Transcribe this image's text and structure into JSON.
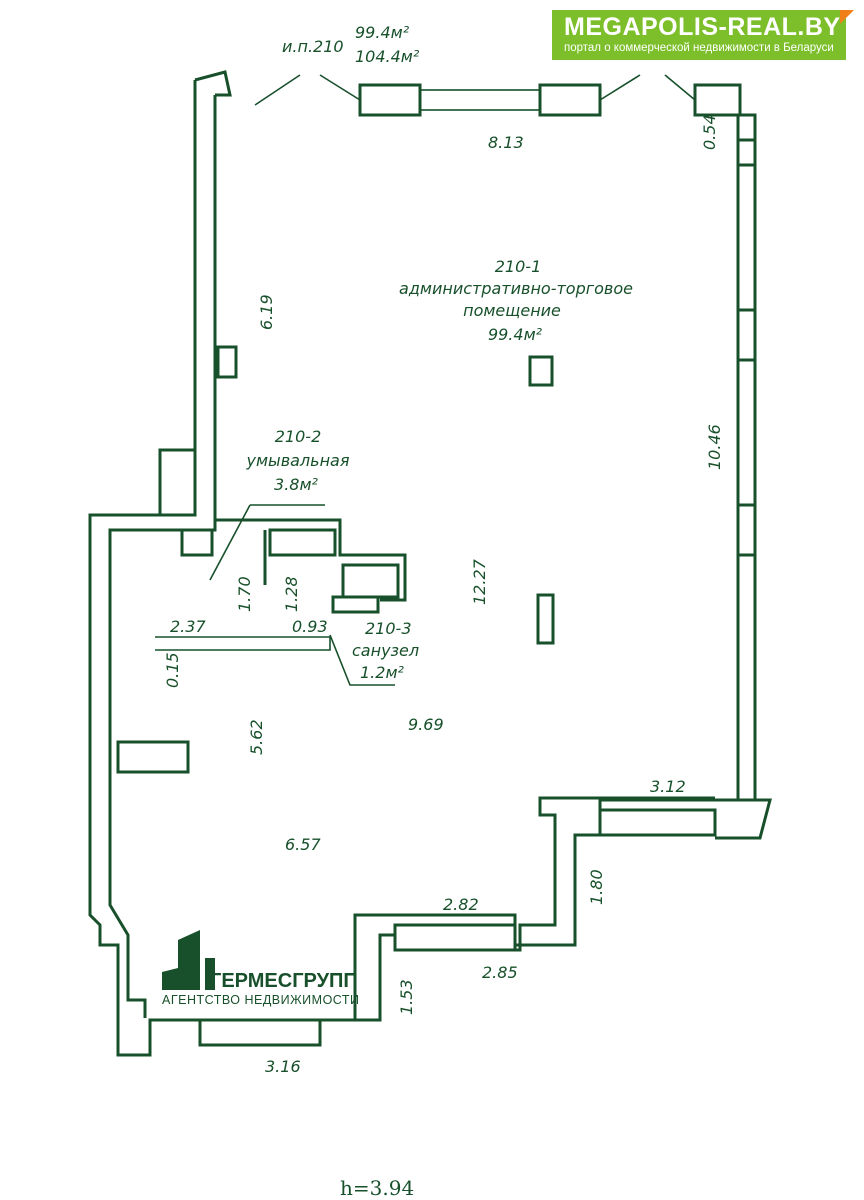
{
  "brand": {
    "title": "MEGAPOLIS-REAL.BY",
    "subtitle": "портал о коммерческой недвижимости в Беларуси"
  },
  "agency": {
    "name": "ГЕРМЕСГРУПП",
    "subtitle": "АГЕНТСТВО НЕДВИЖИМОСТИ"
  },
  "header": {
    "unit": "и.п.210",
    "area1": "99.4м²",
    "area2": "104.4м²"
  },
  "rooms": [
    {
      "id": "210-1",
      "name1": "административно-торговое",
      "name2": "помещение",
      "area": "99.4м²"
    },
    {
      "id": "210-2",
      "name1": "умывальная",
      "area": "3.8м²"
    },
    {
      "id": "210-3",
      "name1": "санузел",
      "area": "1.2м²"
    }
  ],
  "dims": {
    "d813": "8.13",
    "d054": "0.54",
    "d619": "6.19",
    "d1046": "10.46",
    "d1227": "12.27",
    "d170": "1.70",
    "d128": "1.28",
    "d237": "2.37",
    "d093": "0.93",
    "d015": "0.15",
    "d562": "5.62",
    "d969": "9.69",
    "d312": "3.12",
    "d657": "6.57",
    "d180": "1.80",
    "d282": "2.82",
    "d285": "2.85",
    "d153": "1.53",
    "d316": "3.16"
  },
  "ceiling": "h=3.94",
  "colors": {
    "line": "#17502a",
    "brand": "#7cbf2a",
    "accent": "#f07f1a"
  }
}
